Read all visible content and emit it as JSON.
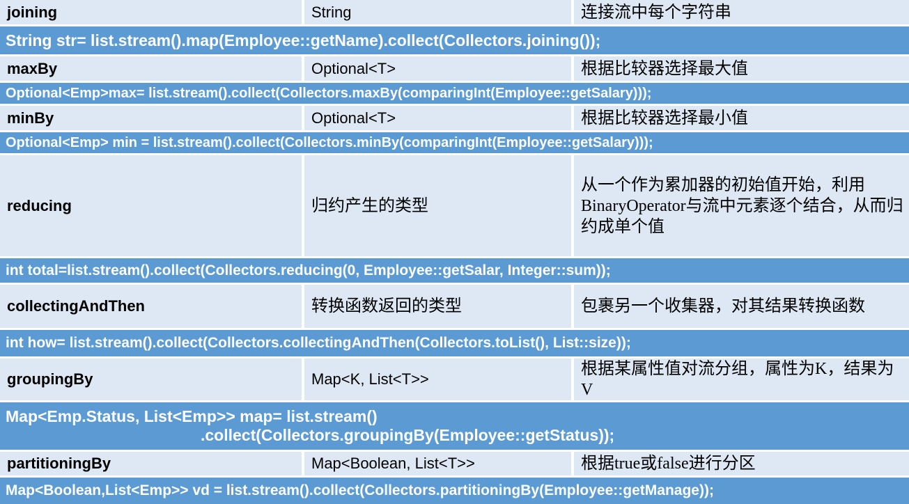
{
  "colors": {
    "code_row_blue": "#5b9ad3",
    "entry_row_light": "#dde8f4",
    "code_text": "#ffffff",
    "entry_text": "#000000"
  },
  "table": {
    "rows": [
      {
        "kind": "entry",
        "method": "joining",
        "return_type": "String",
        "description": "连接流中每个字符串"
      },
      {
        "kind": "code",
        "lines": [
          "String str= list.stream().map(Employee::getName).collect(Collectors.joining());"
        ]
      },
      {
        "kind": "entry",
        "method": "maxBy",
        "return_type": "Optional<T>",
        "description": "根据比较器选择最大值"
      },
      {
        "kind": "code",
        "lines": [
          "Optional<Emp>max= list.stream().collect(Collectors.maxBy(comparingInt(Employee::getSalary)));"
        ]
      },
      {
        "kind": "entry",
        "method": "minBy",
        "return_type": "Optional<T>",
        "description": "根据比较器选择最小值"
      },
      {
        "kind": "code",
        "lines": [
          "Optional<Emp> min = list.stream().collect(Collectors.minBy(comparingInt(Employee::getSalary)));"
        ]
      },
      {
        "kind": "entry",
        "method": "reducing",
        "return_type": "归约产生的类型",
        "description": "从一个作为累加器的初始值开始，利用BinaryOperator与流中元素逐个结合，从而归约成单个值"
      },
      {
        "kind": "code",
        "lines": [
          "int total=list.stream().collect(Collectors.reducing(0, Employee::getSalar, Integer::sum));"
        ]
      },
      {
        "kind": "entry",
        "method": "collectingAndThen",
        "return_type": "转换函数返回的类型",
        "description": "包裹另一个收集器，对其结果转换函数"
      },
      {
        "kind": "code",
        "lines": [
          "int how= list.stream().collect(Collectors.collectingAndThen(Collectors.toList(), List::size));"
        ]
      },
      {
        "kind": "entry",
        "method": "groupingBy",
        "return_type": "Map<K, List<T>>",
        "description": "根据某属性值对流分组，属性为K，结果为V"
      },
      {
        "kind": "code",
        "lines": [
          "Map<Emp.Status, List<Emp>> map= list.stream()",
          ".collect(Collectors.groupingBy(Employee::getStatus));"
        ]
      },
      {
        "kind": "entry",
        "method": "partitioningBy",
        "return_type": "Map<Boolean, List<T>>",
        "description": "根据true或false进行分区"
      },
      {
        "kind": "code",
        "lines": [
          "Map<Boolean,List<Emp>> vd = list.stream().collect(Collectors.partitioningBy(Employee::getManage));"
        ]
      }
    ]
  }
}
